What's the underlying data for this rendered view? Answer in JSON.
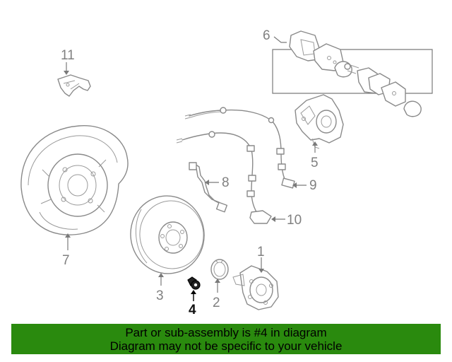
{
  "callouts": {
    "c1": "1",
    "c2": "2",
    "c3": "3",
    "c4": "4",
    "c5": "5",
    "c6": "6",
    "c7": "7",
    "c8": "8",
    "c9": "9",
    "c10": "10",
    "c11": "11"
  },
  "highlighted_part": "4",
  "colors": {
    "banner": "#2a8a0e",
    "line": "#8a8a8a",
    "highlight": "#000000"
  },
  "banner": {
    "line1": "Part or sub-assembly is #4 in diagram",
    "line2": "Diagram may not be specific to your vehicle"
  }
}
